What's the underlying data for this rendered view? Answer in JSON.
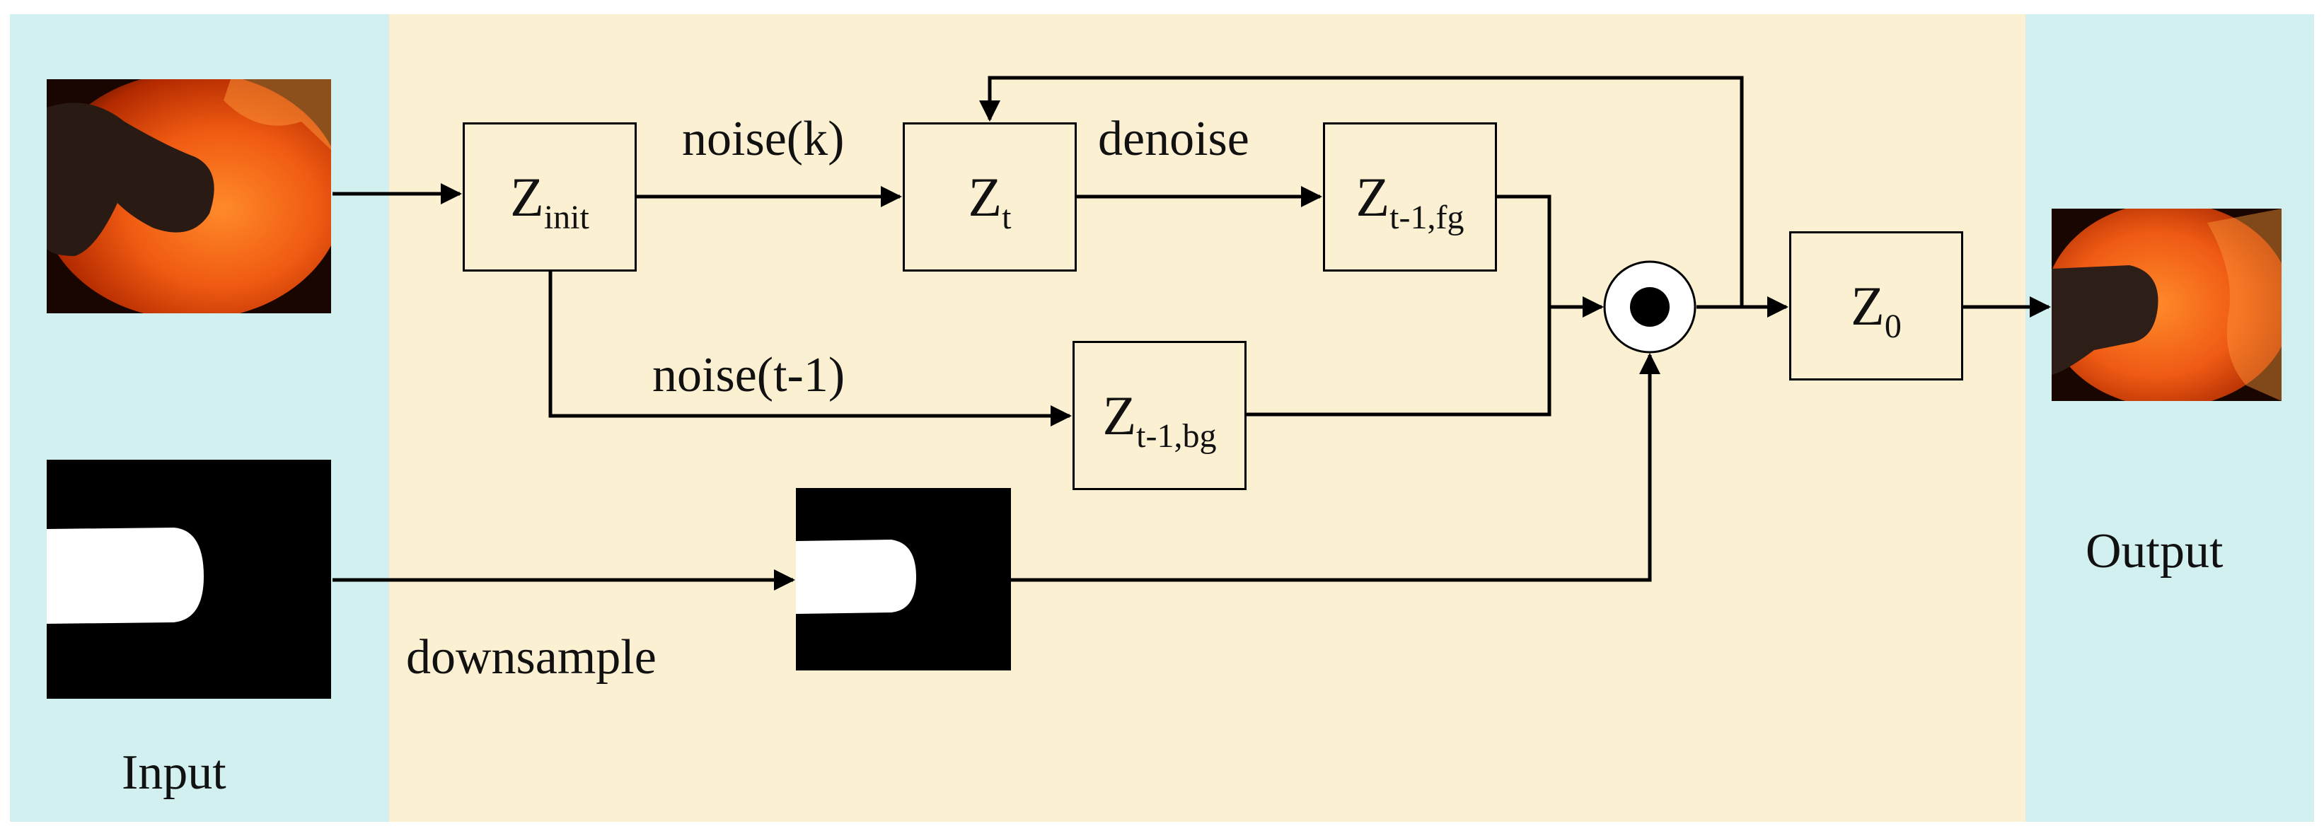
{
  "panels": {
    "input_label": "Input",
    "output_label": "Output"
  },
  "nodes": {
    "z_init": {
      "base": "Z",
      "sub": "init"
    },
    "z_t": {
      "base": "Z",
      "sub": "t"
    },
    "z_t1_fg": {
      "base": "Z",
      "sub": "t-1,fg"
    },
    "z_t1_bg": {
      "base": "Z",
      "sub": "t-1,bg"
    },
    "z_0": {
      "base": "Z",
      "sub": "0"
    }
  },
  "edge_labels": {
    "noise_k": "noise(k)",
    "denoise": "denoise",
    "noise_t1": "noise(t-1)",
    "downsample": "downsample"
  },
  "colors": {
    "side_panel": "#d3f0f0",
    "middle_panel": "#fcf0d3",
    "fire_dark": "#b32a00",
    "fire_bright": "#ff7a1a",
    "mask_fg": "#ffffff",
    "mask_bg": "#000000"
  },
  "icons": {
    "merge_operator": "hadamard-product-icon"
  }
}
